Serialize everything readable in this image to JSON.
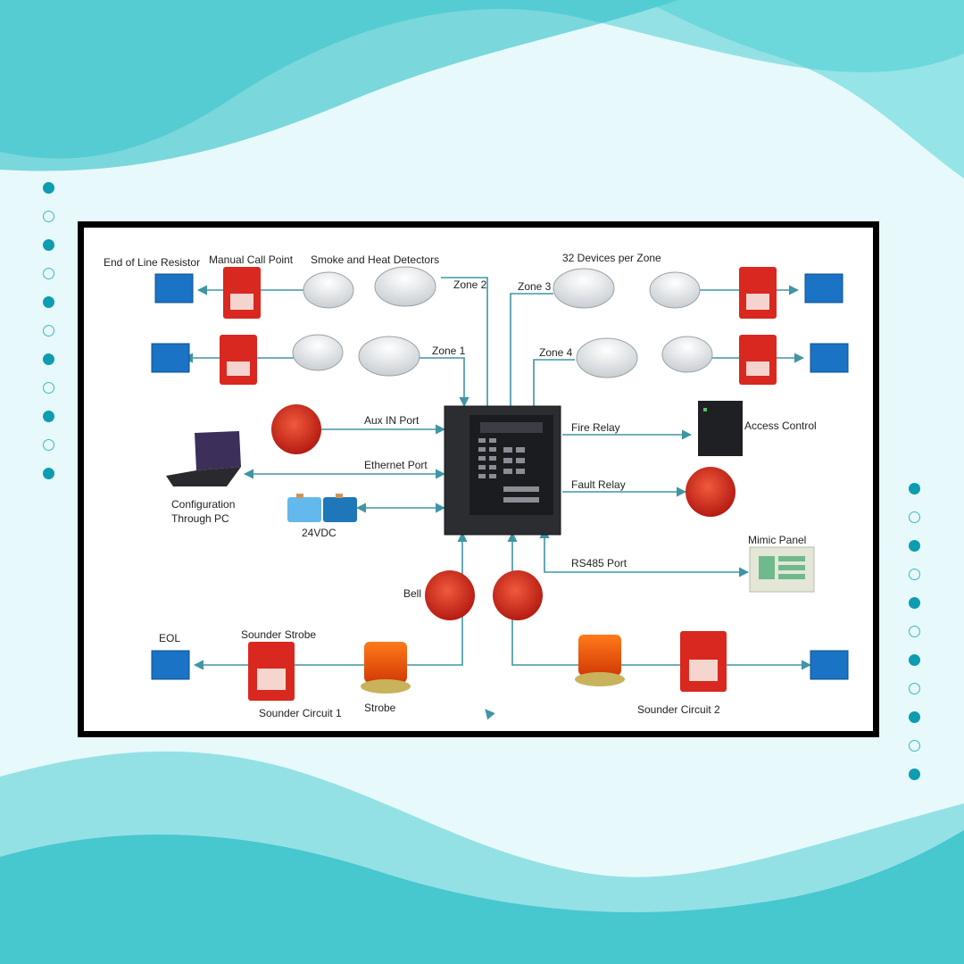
{
  "colors": {
    "background": "#e6f8fa",
    "wave": "#2ec4c9",
    "dot": "#0e9cb0",
    "connector": "#3f95a3",
    "device_blue": "#1a73c4",
    "device_red": "#d9281f",
    "panel_dark": "#2b2d31"
  },
  "decor": {
    "left_dots": [
      "filled",
      "hollow",
      "filled",
      "hollow",
      "filled",
      "hollow",
      "filled",
      "hollow",
      "filled",
      "hollow",
      "filled"
    ],
    "right_dots": [
      "filled",
      "hollow",
      "filled",
      "hollow",
      "filled",
      "hollow",
      "filled",
      "hollow",
      "filled",
      "hollow",
      "filled"
    ]
  },
  "diagram": {
    "labels": {
      "end_of_line_resistor": "End of Line Resistor",
      "manual_call_point": "Manual Call Point",
      "smoke_heat_detectors": "Smoke and Heat Detectors",
      "devices_per_zone": "32 Devices per Zone",
      "zone2": "Zone 2",
      "zone3": "Zone 3",
      "zone1": "Zone 1",
      "zone4": "Zone 4",
      "aux_in_port": "Aux IN Port",
      "fire_relay": "Fire Relay",
      "access_control": "Access Control",
      "ethernet_port": "Ethernet Port",
      "configuration_line1": "Configuration",
      "configuration_line2": "Through PC",
      "fault_relay": "Fault Relay",
      "battery": "24VDC",
      "mimic_panel": "Mimic Panel",
      "rs485_port": "RS485 Port",
      "bell": "Bell",
      "eol": "EOL",
      "sounder_strobe": "Sounder Strobe",
      "sounder_circuit_1": "Sounder Circuit 1",
      "strobe": "Strobe",
      "sounder_circuit_2": "Sounder Circuit 2"
    },
    "icons": {
      "eol_box": "end-of-line-resistor-icon",
      "call_point": "manual-call-point-icon",
      "detector": "smoke-detector-icon",
      "bell": "fire-bell-icon",
      "panel": "fire-alarm-control-panel-icon",
      "laptop": "laptop-icon",
      "battery": "battery-icon",
      "access": "access-control-unit-icon",
      "mimic": "mimic-panel-icon",
      "sounder": "sounder-strobe-icon",
      "strobe": "strobe-beacon-icon"
    }
  }
}
